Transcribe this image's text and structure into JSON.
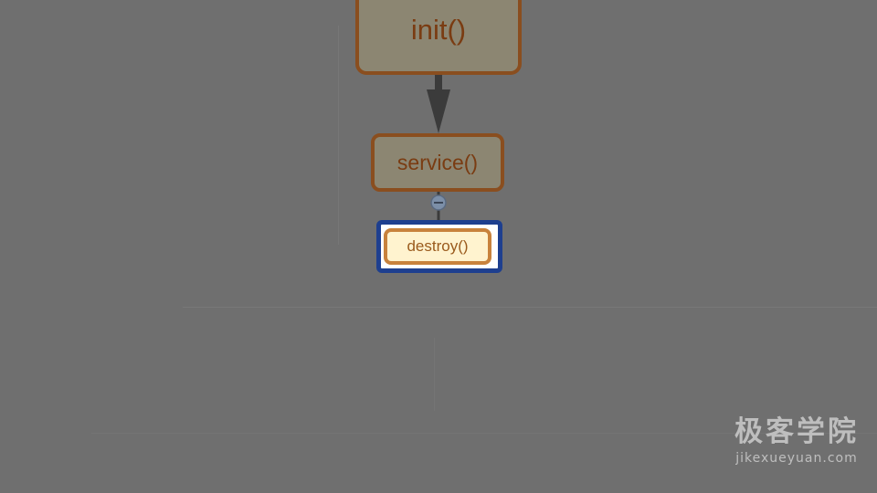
{
  "diagram": {
    "nodes": {
      "init": "init()",
      "service": "service()",
      "destroy": "destroy()"
    },
    "collapse_icon": "minus-circle-icon",
    "selected_node": "destroy",
    "colors": {
      "node_border": "#8a4e1f",
      "node_text": "#7a3c12",
      "selection_border": "#1e3f8f",
      "highlight_fill": "#fff3cf",
      "background": "#6f6f6f"
    }
  },
  "watermark": {
    "main": "极客学院",
    "sub": "jikexueyuan.com"
  }
}
